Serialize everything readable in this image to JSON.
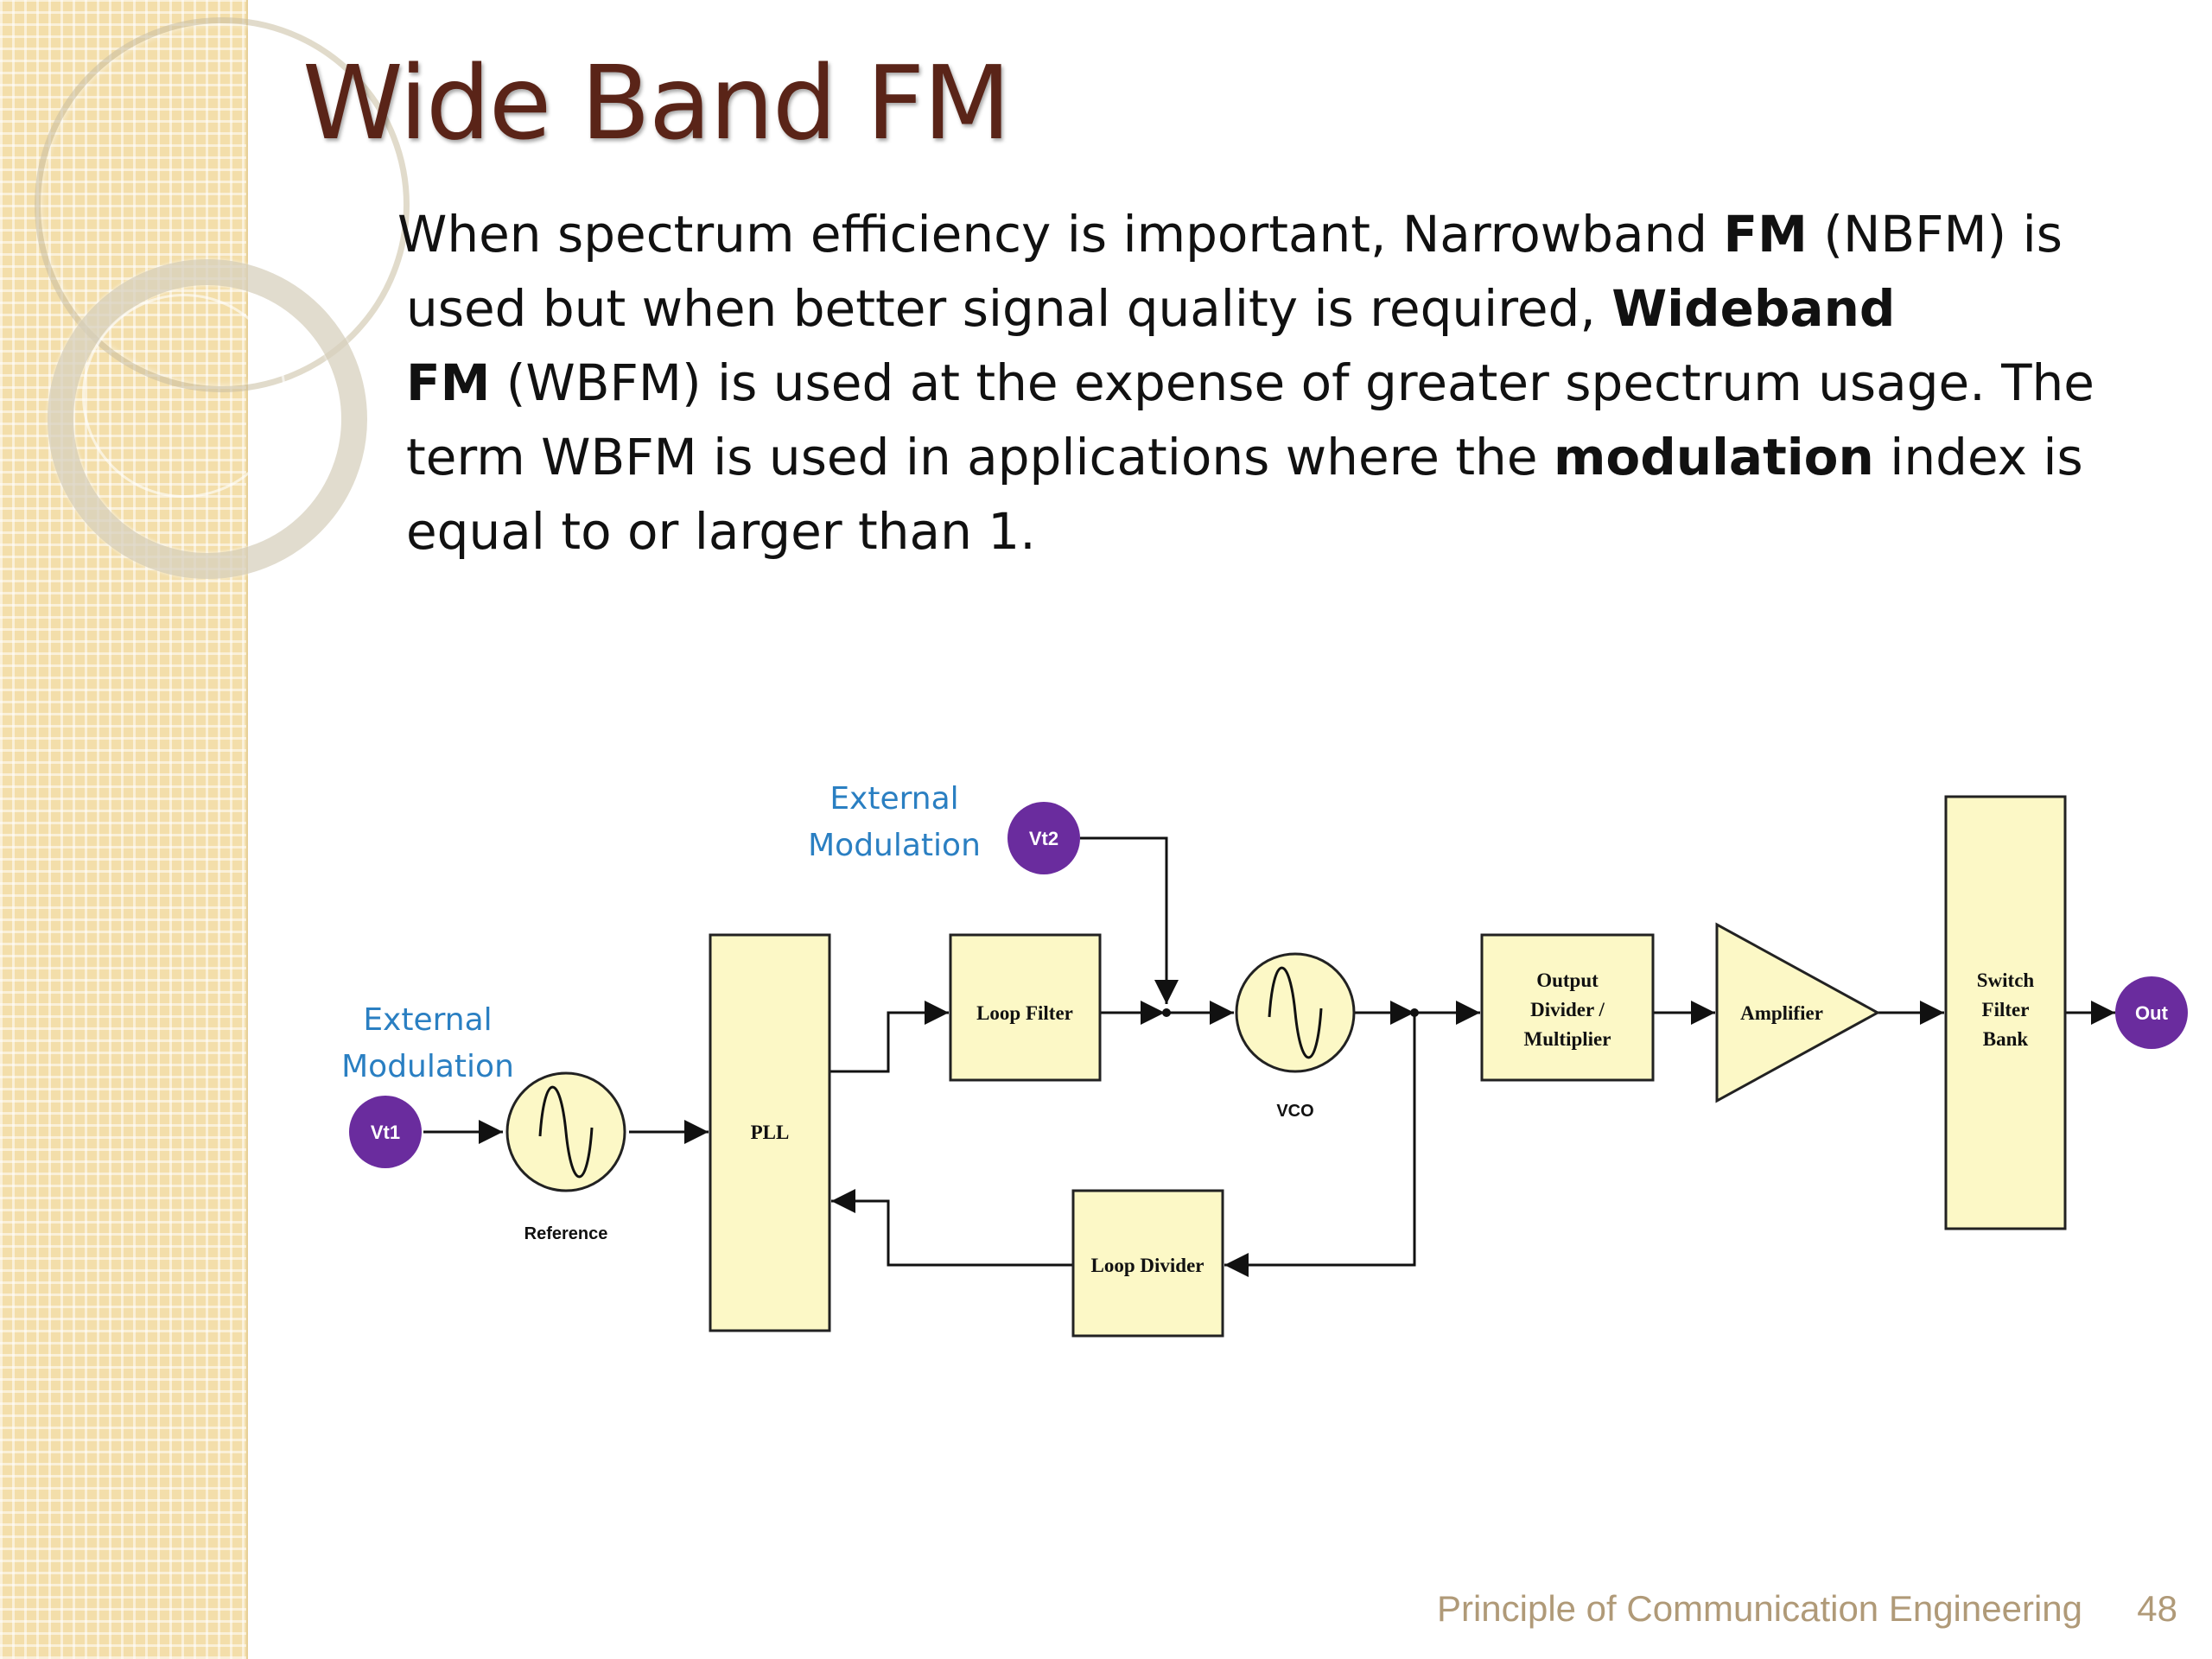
{
  "slide": {
    "title": "Wide Band FM",
    "paragraph": {
      "l1_a": "When spectrum efficiency is important, Narrowband ",
      "l1_b": "FM",
      "l1_c": " (NBFM) is",
      "l2_a": "used but when better signal quality is required, ",
      "l2_b": "Wideband",
      "l3_a": "FM",
      "l3_b": " (WBFM) is used at the expense of greater spectrum usage. The",
      "l4_a": "term WBFM is used in applications where the ",
      "l4_b": "modulation",
      "l4_c": " index is",
      "l5_a": "equal to or larger than 1."
    },
    "footer": "Principle of Communication Engineering",
    "page_number": "48"
  },
  "diagram": {
    "external_modulation_top_line1": "External",
    "external_modulation_top_line2": "Modulation",
    "external_modulation_left_line1": "External",
    "external_modulation_left_line2": "Modulation",
    "vt1": "Vt1",
    "vt2": "Vt2",
    "out": "Out",
    "reference": "Reference",
    "pll": "PLL",
    "loop_filter": "Loop Filter",
    "vco": "VCO",
    "output_divider_line1": "Output",
    "output_divider_line2": "Divider /",
    "output_divider_line3": "Multiplier",
    "amplifier": "Amplifier",
    "switch_filter_line1": "Switch",
    "switch_filter_line2": "Filter",
    "switch_filter_line3": "Bank",
    "loop_divider": "Loop Divider",
    "colors": {
      "block_fill": "#fcf8c6",
      "terminal": "#6a2c9e",
      "external_label": "#2a7fc2"
    }
  }
}
